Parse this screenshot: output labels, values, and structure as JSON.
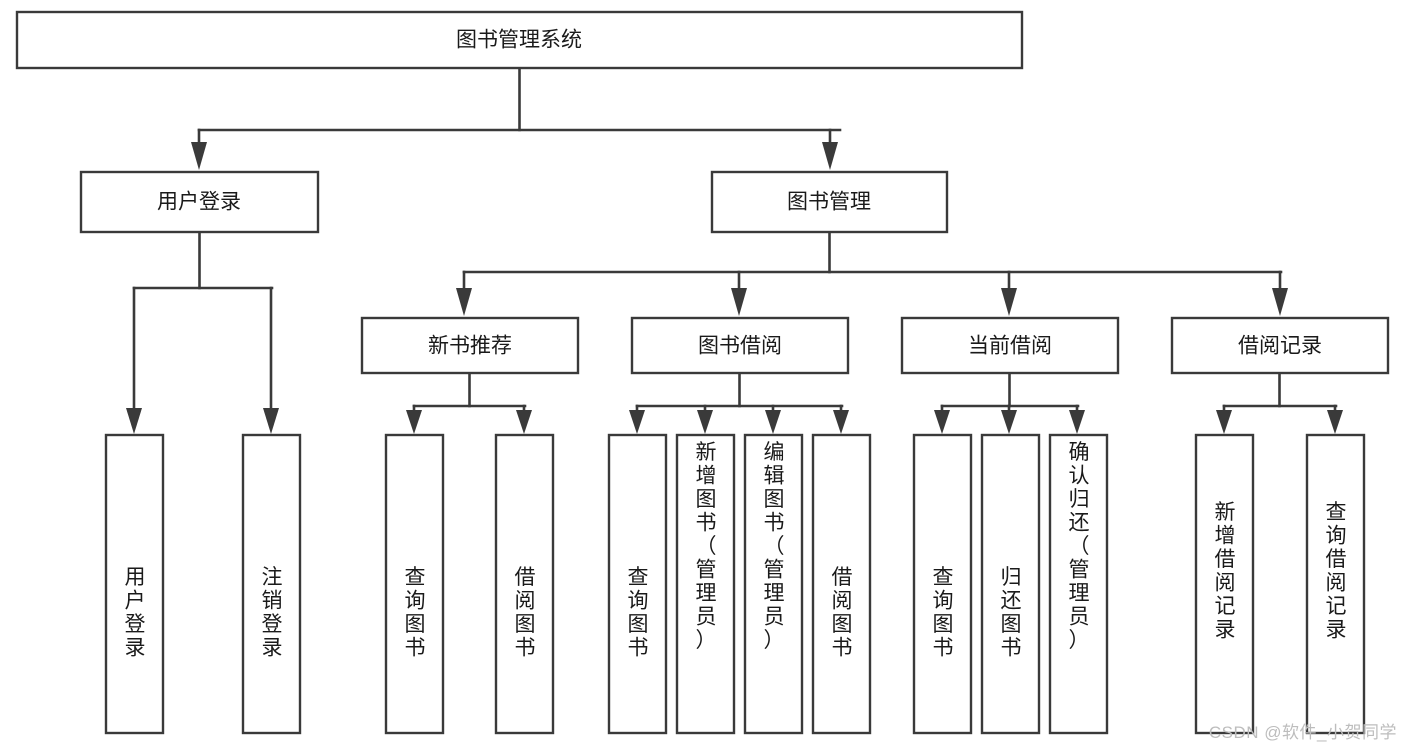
{
  "diagram": {
    "title": "图书管理系统",
    "type": "hierarchy-tree",
    "watermark": "CSDN @软件_小贺同学",
    "root": {
      "id": "root",
      "label": "图书管理系统",
      "orientation": "horizontal"
    },
    "level2": [
      {
        "id": "user-login",
        "label": "用户登录",
        "orientation": "horizontal"
      },
      {
        "id": "book-management",
        "label": "图书管理",
        "orientation": "horizontal"
      }
    ],
    "level3": [
      {
        "id": "new-book-recommend",
        "label": "新书推荐",
        "orientation": "horizontal",
        "parent": "book-management"
      },
      {
        "id": "book-borrow",
        "label": "图书借阅",
        "orientation": "horizontal",
        "parent": "book-management"
      },
      {
        "id": "current-borrow",
        "label": "当前借阅",
        "orientation": "horizontal",
        "parent": "book-management"
      },
      {
        "id": "borrow-record",
        "label": "借阅记录",
        "orientation": "horizontal",
        "parent": "book-management"
      }
    ],
    "leaves": [
      {
        "id": "leaf-user-login",
        "label": "用户登录",
        "orientation": "vertical",
        "parent": "user-login"
      },
      {
        "id": "leaf-user-logout",
        "label": "注销登录",
        "orientation": "vertical",
        "parent": "user-login"
      },
      {
        "id": "leaf-query-book-1",
        "label": "查询图书",
        "orientation": "vertical",
        "parent": "new-book-recommend"
      },
      {
        "id": "leaf-borrow-book-1",
        "label": "借阅图书",
        "orientation": "vertical",
        "parent": "new-book-recommend"
      },
      {
        "id": "leaf-query-book-2",
        "label": "查询图书",
        "orientation": "vertical",
        "parent": "book-borrow"
      },
      {
        "id": "leaf-add-book",
        "label": "新增图书（管理员）",
        "orientation": "vertical",
        "parent": "book-borrow"
      },
      {
        "id": "leaf-edit-book",
        "label": "编辑图书（管理员）",
        "orientation": "vertical",
        "parent": "book-borrow"
      },
      {
        "id": "leaf-borrow-book-2",
        "label": "借阅图书",
        "orientation": "vertical",
        "parent": "book-borrow"
      },
      {
        "id": "leaf-query-book-3",
        "label": "查询图书",
        "orientation": "vertical",
        "parent": "current-borrow"
      },
      {
        "id": "leaf-return-book",
        "label": "归还图书",
        "orientation": "vertical",
        "parent": "current-borrow"
      },
      {
        "id": "leaf-confirm-return",
        "label": "确认归还（管理员）",
        "orientation": "vertical",
        "parent": "current-borrow"
      },
      {
        "id": "leaf-add-record",
        "label": "新增借阅记录",
        "orientation": "vertical",
        "parent": "borrow-record"
      },
      {
        "id": "leaf-query-record",
        "label": "查询借阅记录",
        "orientation": "vertical",
        "parent": "borrow-record"
      }
    ],
    "colors": {
      "box_fill": "#ffffff",
      "box_stroke": "#3a3a3a",
      "connector": "#3a3a3a",
      "text": "#1a1a1a",
      "watermark": "#bdbdbd",
      "background": "#ffffff"
    }
  }
}
